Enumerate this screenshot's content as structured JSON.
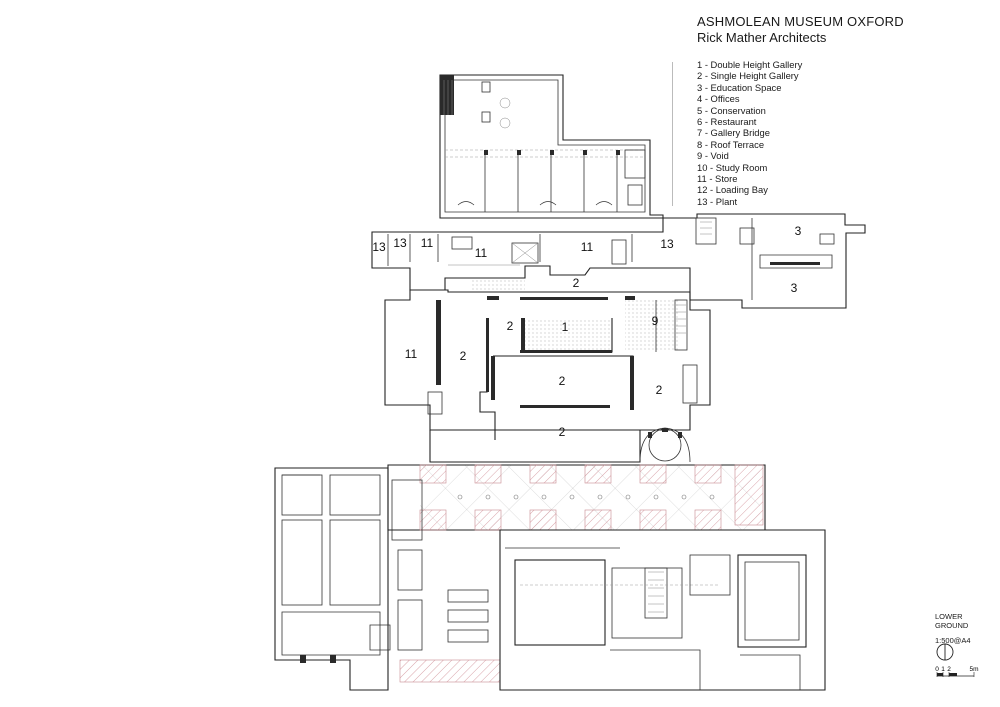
{
  "header": {
    "title": "ASHMOLEAN MUSEUM  OXFORD",
    "subtitle": "Rick Mather Architects"
  },
  "legend": [
    "1 - Double Height Gallery",
    "2 - Single Height Gallery",
    "3 - Education Space",
    "4 - Offices",
    "5 - Conservation",
    "6 - Restaurant",
    "7 - Gallery Bridge",
    "8 - Roof Terrace",
    "9 - Void",
    "10 - Study Room",
    "11 - Store",
    "12 - Loading Bay",
    "13 - Plant"
  ],
  "rooms": [
    "13",
    "13",
    "11",
    "11",
    "11",
    "13",
    "3",
    "3",
    "2",
    "2",
    "1",
    "9",
    "11",
    "2",
    "2",
    "2",
    "2"
  ],
  "scale": {
    "level_line1": "LOWER",
    "level_line2": "GROUND",
    "ratio": "1:500@A4",
    "ticks": [
      "0",
      "1",
      "2",
      "5m"
    ]
  },
  "colors": {
    "line": "#222222",
    "hatch": "#c9898f",
    "void_dots": "#8a8a8a"
  }
}
